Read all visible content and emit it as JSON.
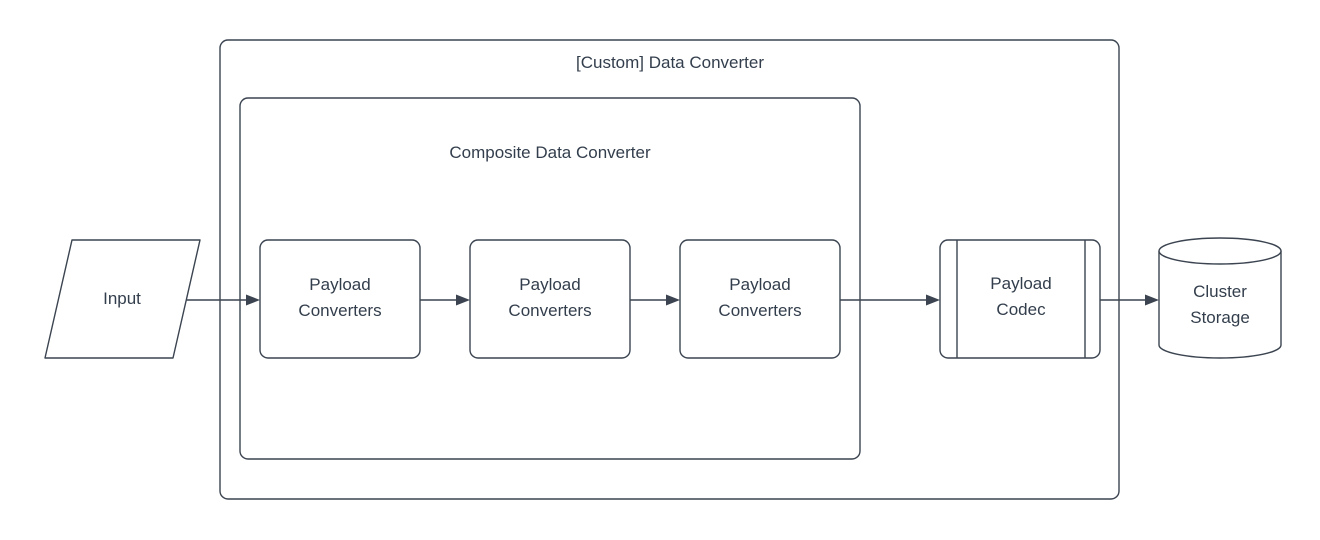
{
  "diagram": {
    "type": "flowchart",
    "colors": {
      "stroke": "#3b4450",
      "text": "#333e4c",
      "fill": "#ffffff",
      "bg": "#ffffff"
    },
    "groups": {
      "outer": {
        "title": "[Custom] Data Converter"
      },
      "inner": {
        "title": "Composite Data Converter"
      }
    },
    "nodes": {
      "input": {
        "label": "Input",
        "shape": "parallelogram"
      },
      "converter1": {
        "line1": "Payload",
        "line2": "Converters",
        "shape": "rounded-rectangle"
      },
      "converter2": {
        "line1": "Payload",
        "line2": "Converters",
        "shape": "rounded-rectangle"
      },
      "converter3": {
        "line1": "Payload",
        "line2": "Converters",
        "shape": "rounded-rectangle"
      },
      "codec": {
        "line1": "Payload",
        "line2": "Codec",
        "shape": "predefined-process"
      },
      "storage": {
        "line1": "Cluster",
        "line2": "Storage",
        "shape": "cylinder"
      }
    },
    "edges": [
      {
        "from": "input",
        "to": "converter1"
      },
      {
        "from": "converter1",
        "to": "converter2"
      },
      {
        "from": "converter2",
        "to": "converter3"
      },
      {
        "from": "converter3",
        "to": "codec"
      },
      {
        "from": "codec",
        "to": "storage"
      }
    ]
  }
}
